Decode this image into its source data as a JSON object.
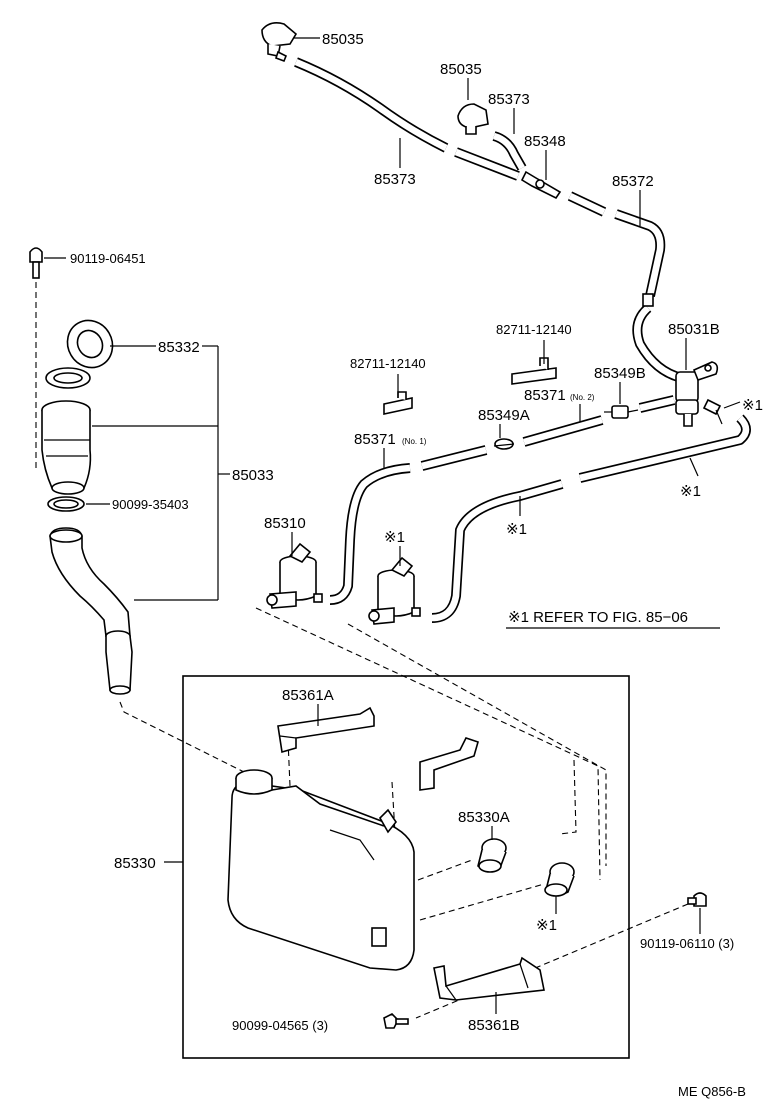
{
  "labels": {
    "nozzle_left": "85035",
    "nozzle_right": "85035",
    "hose_85373_right": "85373",
    "hose_85373_left": "85373",
    "joint_85348": "85348",
    "hose_85372": "85372",
    "bolt_top": "90119-06451",
    "cap_assy": "85332",
    "inlet_assy": "85033",
    "clip": "90099-35403",
    "clamp_right": "82711-12140",
    "clamp_left": "82711-12140",
    "valve_85031b": "85031B",
    "tee_85349b": "85349B",
    "hose_no2_num": "85371",
    "hose_no2_sub": "(No. 2)",
    "joint_85349a": "85349A",
    "hose_no1_num": "85371",
    "hose_no1_sub": "(No. 1)",
    "motor": "85310",
    "ref_mark_1": "※1",
    "ref_mark_2": "※1",
    "ref_mark_3": "※1",
    "ref_mark_4": "※1",
    "ref_mark_5": "※1",
    "refer_note": "※1 REFER TO FIG. 85−06",
    "bracket_upper": "85361A",
    "grommet": "85330A",
    "tank": "85330",
    "bolt_right": "90119-06110 (3)",
    "bolt_bottom": "90099-04565 (3)",
    "bracket_lower": "85361B",
    "figure_code": "ME Q856-B"
  }
}
